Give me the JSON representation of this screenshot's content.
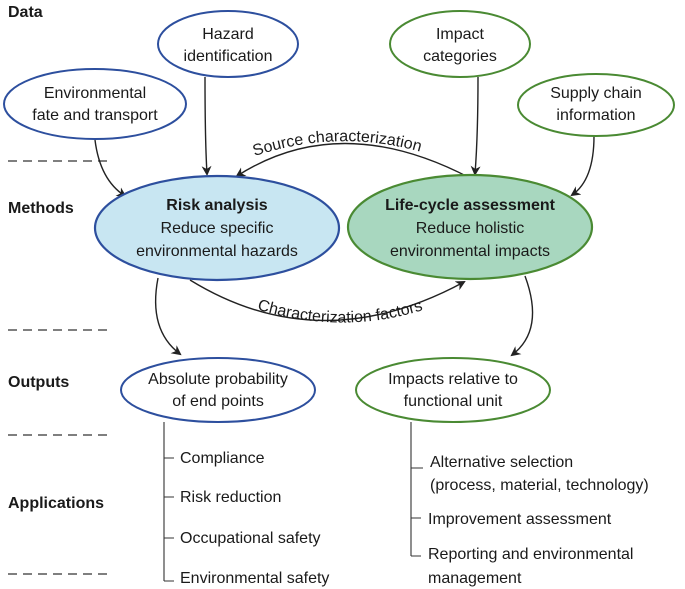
{
  "sections": {
    "data": "Data",
    "methods": "Methods",
    "outputs": "Outputs",
    "applications": "Applications"
  },
  "nodes": {
    "hazard_identification": [
      "Hazard",
      "identification"
    ],
    "impact_categories": [
      "Impact",
      "categories"
    ],
    "environmental_fate": [
      "Environmental",
      "fate and transport"
    ],
    "supply_chain": [
      "Supply chain",
      "information"
    ],
    "risk_analysis": {
      "title": "Risk analysis",
      "lines": [
        "Reduce specific",
        "environmental hazards"
      ]
    },
    "lca": {
      "title": "Life-cycle assessment",
      "lines": [
        "Reduce holistic",
        "environmental impacts"
      ]
    },
    "absolute_probability": [
      "Absolute probability",
      "of end points"
    ],
    "impacts_relative": [
      "Impacts relative to",
      "functional unit"
    ]
  },
  "arrows": {
    "source_characterization": "Source characterization",
    "characterization_factors": "Characterization factors"
  },
  "risk_applications": [
    "Compliance",
    "Risk reduction",
    "Occupational safety",
    "Environmental safety"
  ],
  "lca_applications": [
    [
      "Alternative selection",
      "(process, material, technology)"
    ],
    [
      "Improvement assessment"
    ],
    [
      "Reporting and environmental",
      "management"
    ]
  ],
  "colors": {
    "risk_border": "#2d4f9e",
    "risk_fill": "#c8e6f2",
    "lca_border": "#4a8a33",
    "lca_fill": "#a8d7bf"
  }
}
